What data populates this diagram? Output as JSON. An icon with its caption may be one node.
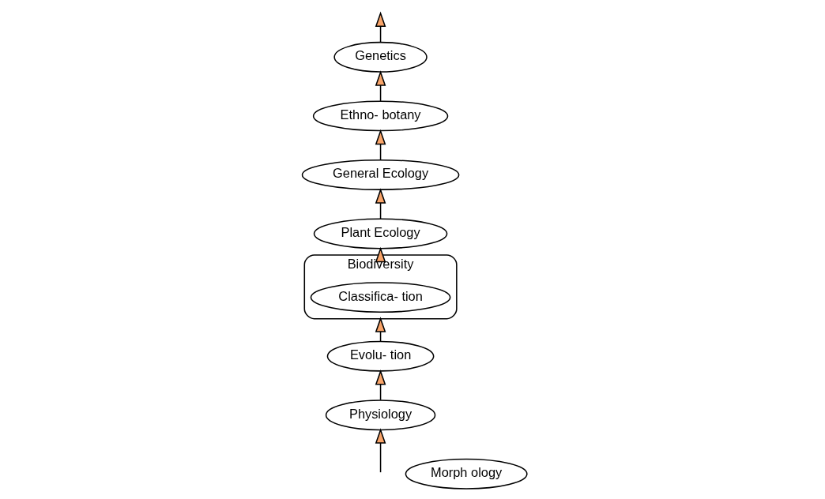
{
  "diagram": {
    "nodes": [
      {
        "text": [
          "General Ecology"
        ]
      },
      {
        "text": [
          "Ethno- botany"
        ]
      },
      {
        "text": [
          "Plant Ecology"
        ]
      },
      {
        "text": [
          "Genetics"
        ]
      },
      {
        "text": [
          "Evolu- tion"
        ]
      },
      {
        "text": [
          "Biodiversity"
        ]
      },
      {
        "text": [
          "Classifica- tion"
        ],
        "in": 5
      },
      {
        "text": [
          "Morph ology"
        ]
      },
      {
        "text": [
          "Physiology"
        ]
      }
    ],
    "edges": [
      {
        "from": 5,
        "to": 2,
        "arrow": "to"
      },
      {
        "from": 2,
        "to": 0,
        "arrow": "to"
      },
      {
        "from": 0,
        "to": 1,
        "arrow": "to"
      },
      {
        "from": 1,
        "to": 3,
        "arrow": "to"
      },
      {
        "from": 3,
        "to": null,
        "arrow": "to"
      },
      {
        "from": 8,
        "to": 4,
        "arrow": "to"
      },
      {
        "from": 4,
        "to": 5,
        "arrow": "to"
      },
      {
        "from": null,
        "to": 8,
        "arrow": "to"
      }
    ]
  }
}
